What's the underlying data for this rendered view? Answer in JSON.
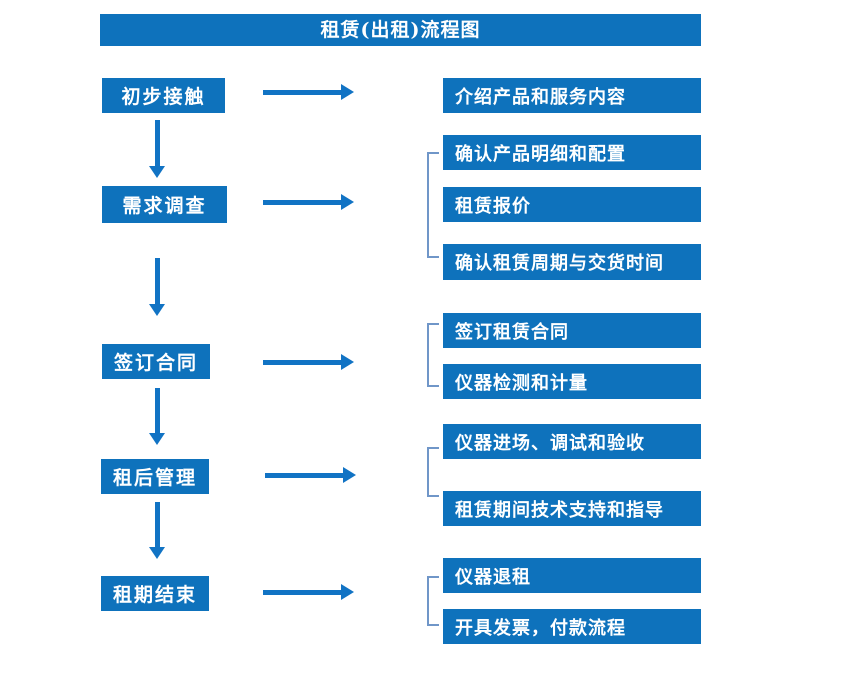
{
  "title": "租赁(出租)流程图",
  "colors": {
    "box_blue": "#0e72bc",
    "arrow_blue": "#1173c4",
    "bracket_blue": "#7096c8",
    "text": "#ffffff",
    "background": "#ffffff"
  },
  "stages": [
    {
      "label": "初步接触",
      "details": [
        "介绍产品和服务内容"
      ]
    },
    {
      "label": "需求调查",
      "details": [
        "确认产品明细和配置",
        "租赁报价",
        "确认租赁周期与交货时间"
      ]
    },
    {
      "label": "签订合同",
      "details": [
        "签订租赁合同",
        "仪器检测和计量"
      ]
    },
    {
      "label": "租后管理",
      "details": [
        "仪器进场、调试和验收",
        "租赁期间技术支持和指导"
      ]
    },
    {
      "label": "租期结束",
      "details": [
        "仪器退租",
        "开具发票，付款流程"
      ]
    }
  ]
}
